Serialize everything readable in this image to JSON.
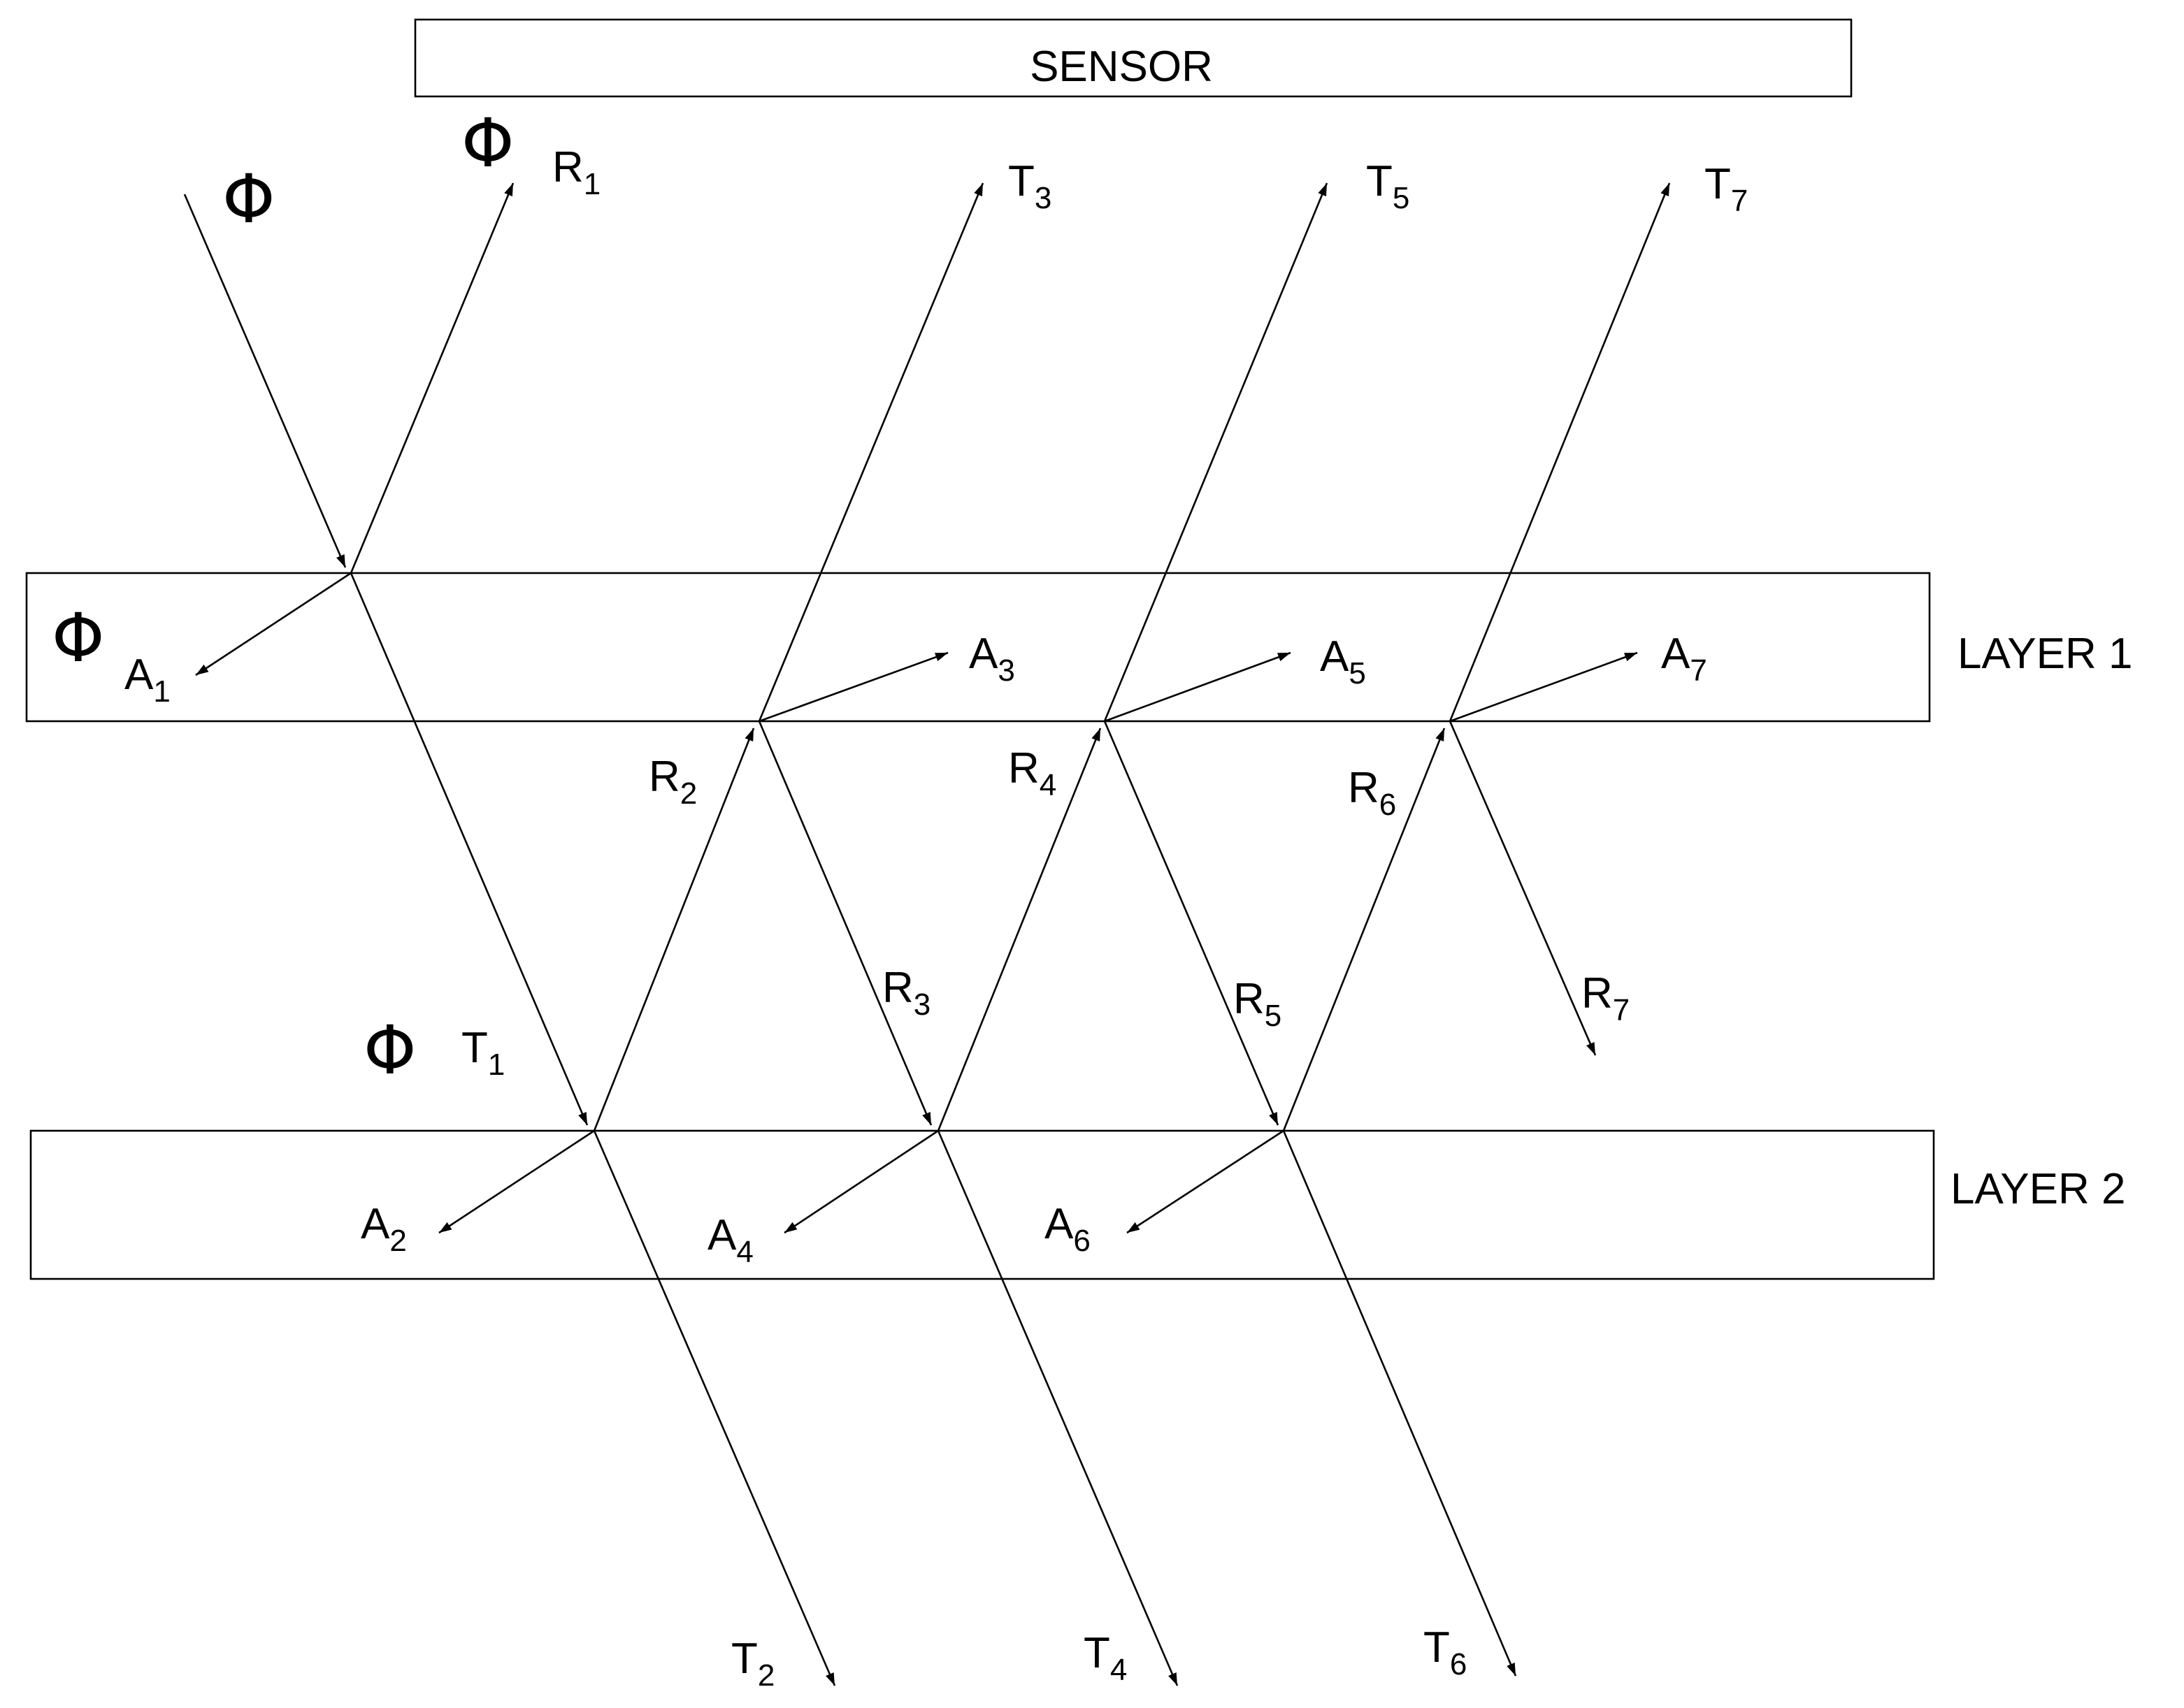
{
  "sensor": "SENSOR",
  "layers": [
    "LAYER 1",
    "LAYER 2"
  ],
  "flux_symbol": "Φ",
  "ray_labels": {
    "R1": {
      "main": "R",
      "sub": "1"
    },
    "R2": {
      "main": "R",
      "sub": "2"
    },
    "R3": {
      "main": "R",
      "sub": "3"
    },
    "R4": {
      "main": "R",
      "sub": "4"
    },
    "R5": {
      "main": "R",
      "sub": "5"
    },
    "R6": {
      "main": "R",
      "sub": "6"
    },
    "R7": {
      "main": "R",
      "sub": "7"
    },
    "T1": {
      "main": "T",
      "sub": "1"
    },
    "T2": {
      "main": "T",
      "sub": "2"
    },
    "T3": {
      "main": "T",
      "sub": "3"
    },
    "T4": {
      "main": "T",
      "sub": "4"
    },
    "T5": {
      "main": "T",
      "sub": "5"
    },
    "T6": {
      "main": "T",
      "sub": "6"
    },
    "T7": {
      "main": "T",
      "sub": "7"
    },
    "A1": {
      "main": "A",
      "sub": "1"
    },
    "A2": {
      "main": "A",
      "sub": "2"
    },
    "A3": {
      "main": "A",
      "sub": "3"
    },
    "A4": {
      "main": "A",
      "sub": "4"
    },
    "A5": {
      "main": "A",
      "sub": "5"
    },
    "A6": {
      "main": "A",
      "sub": "6"
    },
    "A7": {
      "main": "A",
      "sub": "7"
    }
  }
}
